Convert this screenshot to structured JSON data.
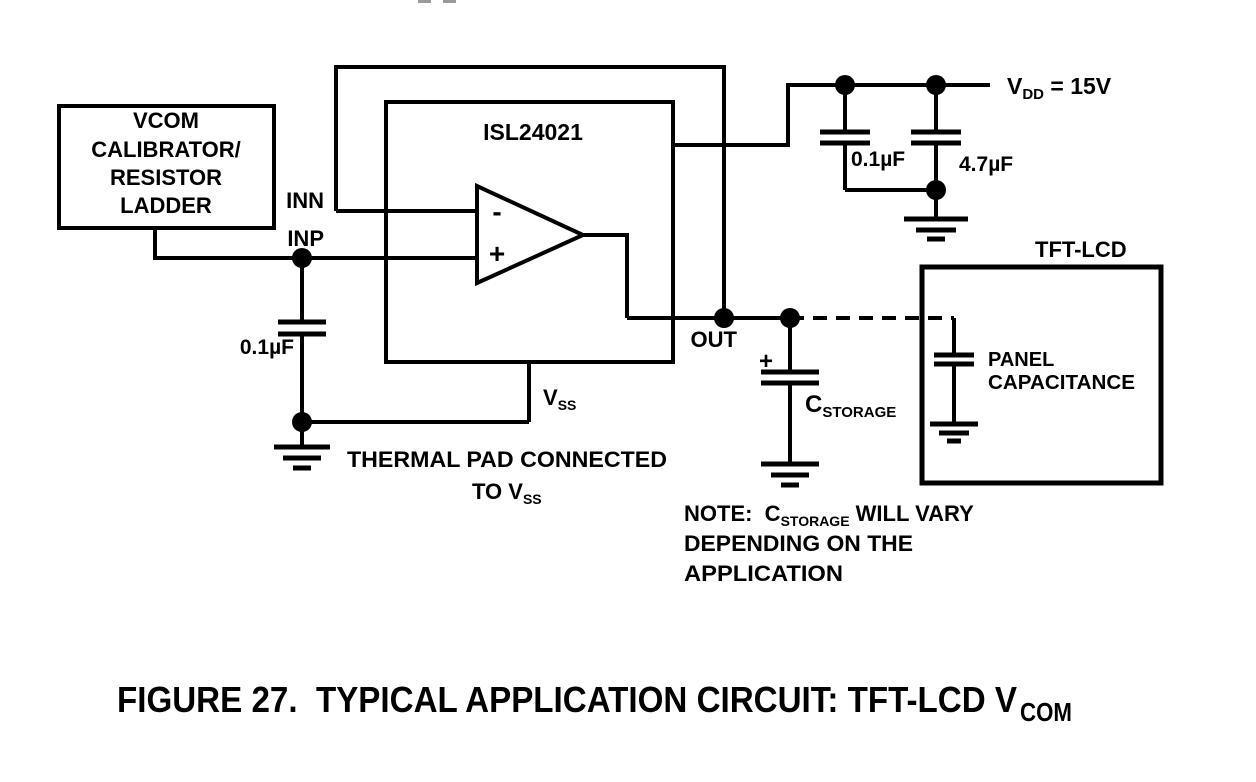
{
  "figure": {
    "caption_main": "FIGURE 27.  TYPICAL APPLICATION CIRCUIT: TFT-LCD V",
    "caption_sub": "COM"
  },
  "blocks": {
    "vcom_calibrator": {
      "lines": [
        "VCOM",
        "CALIBRATOR/",
        "RESISTOR",
        "LADDER"
      ]
    },
    "ic": {
      "name": "ISL24021"
    },
    "tft_lcd": {
      "label": "TFT-LCD"
    }
  },
  "pins": {
    "inn": "INN",
    "inp": "INP",
    "out": "OUT",
    "vss_main": "V",
    "vss_sub": "SS"
  },
  "opamp": {
    "minus_label": "-",
    "plus_label": "+"
  },
  "power": {
    "vdd_main": "V",
    "vdd_sub": "DD",
    "vdd_rest": " = 15V"
  },
  "capacitors": {
    "input_bypass_value": "0.1µF",
    "vdd_bypass_value": "0.1µF",
    "vdd_bulk_value": "4.7µF",
    "storage_main": "C",
    "storage_sub": "STORAGE",
    "storage_polarity": "+",
    "panel_line1": "PANEL",
    "panel_line2": "CAPACITANCE"
  },
  "annotations": {
    "thermal_line1": "THERMAL PAD CONNECTED",
    "thermal_line2_main": "TO V",
    "thermal_line2_sub": "SS",
    "note_line1_pre": "NOTE:  C",
    "note_line1_sub": "STORAGE",
    "note_line1_post": " WILL VARY",
    "note_line2": "DEPENDING ON THE",
    "note_line3": "APPLICATION"
  },
  "colors": {
    "ink": "#000000",
    "background": "#ffffff"
  }
}
